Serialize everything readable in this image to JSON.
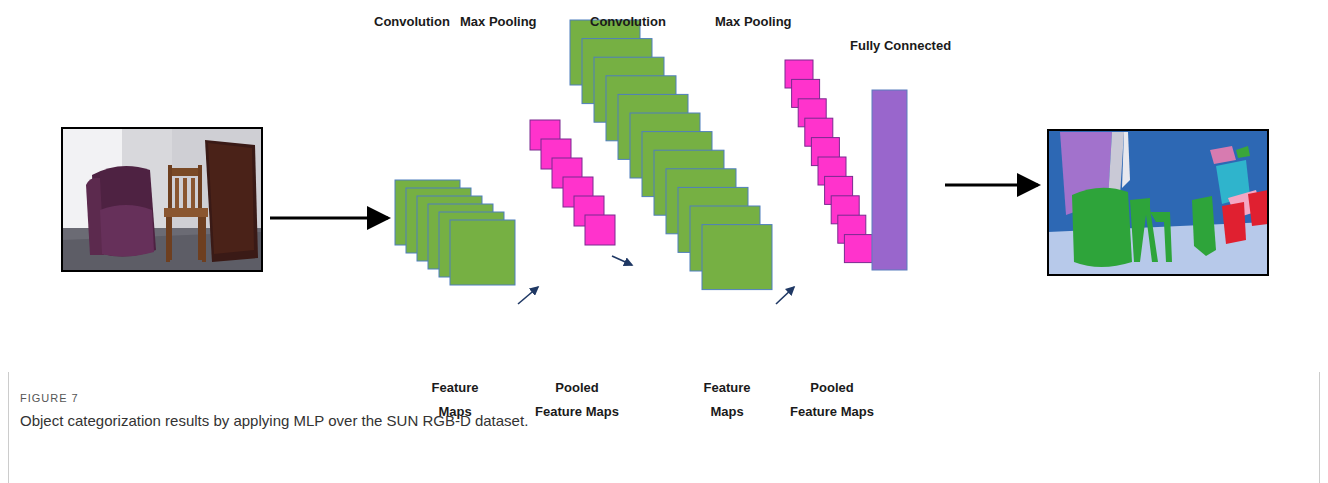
{
  "diagram": {
    "caption": "Object categorization results by applying MLP over the SUN RGB-D dataset.",
    "labels": [
      "Convolution",
      "Max Pooling",
      "Convolution",
      "Max Pooling",
      "Fully Connected",
      "Feature Maps",
      "Pooled Feature Maps",
      "Feature Maps",
      "Pooled Feature Maps",
      "FIGURE 7"
    ]
  }
}
